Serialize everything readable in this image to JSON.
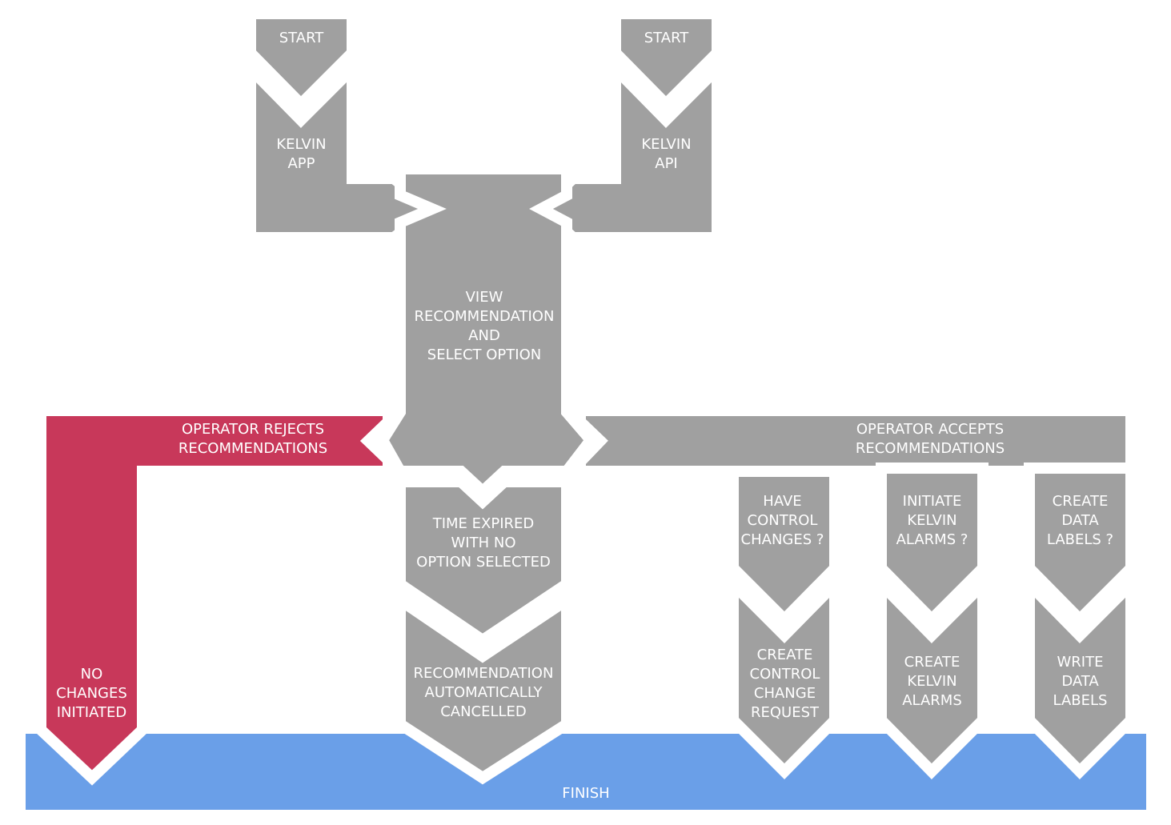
{
  "colors": {
    "step": "#a0a0a0",
    "reject": "#c8385a",
    "finish": "#6a9fe8",
    "background": "#ffffff"
  },
  "nodes": {
    "start_left": "START",
    "kelvin_app": "KELVIN\nAPP",
    "start_right": "START",
    "kelvin_api": "KELVIN\nAPI",
    "view_recommendation": "VIEW\nRECOMMENDATION\nAND\nSELECT OPTION",
    "operator_rejects": "OPERATOR REJECTS\nRECOMMENDATIONS",
    "no_changes": "NO\nCHANGES\nINITIATED",
    "time_expired": "TIME EXPIRED\nWITH NO\nOPTION SELECTED",
    "auto_cancelled": "RECOMMENDATION\nAUTOMATICALLY\nCANCELLED",
    "operator_accepts": "OPERATOR ACCEPTS\nRECOMMENDATIONS",
    "have_control_changes": "HAVE\nCONTROL\nCHANGES ?",
    "create_control_change": "CREATE\nCONTROL\nCHANGE\nREQUEST",
    "initiate_alarms": "INITIATE\nKELVIN\nALARMS ?",
    "create_alarms": "CREATE\nKELVIN\nALARMS",
    "create_labels_q": "CREATE\nDATA\nLABELS ?",
    "write_labels": "WRITE\nDATA\nLABELS",
    "finish": "FINISH"
  }
}
